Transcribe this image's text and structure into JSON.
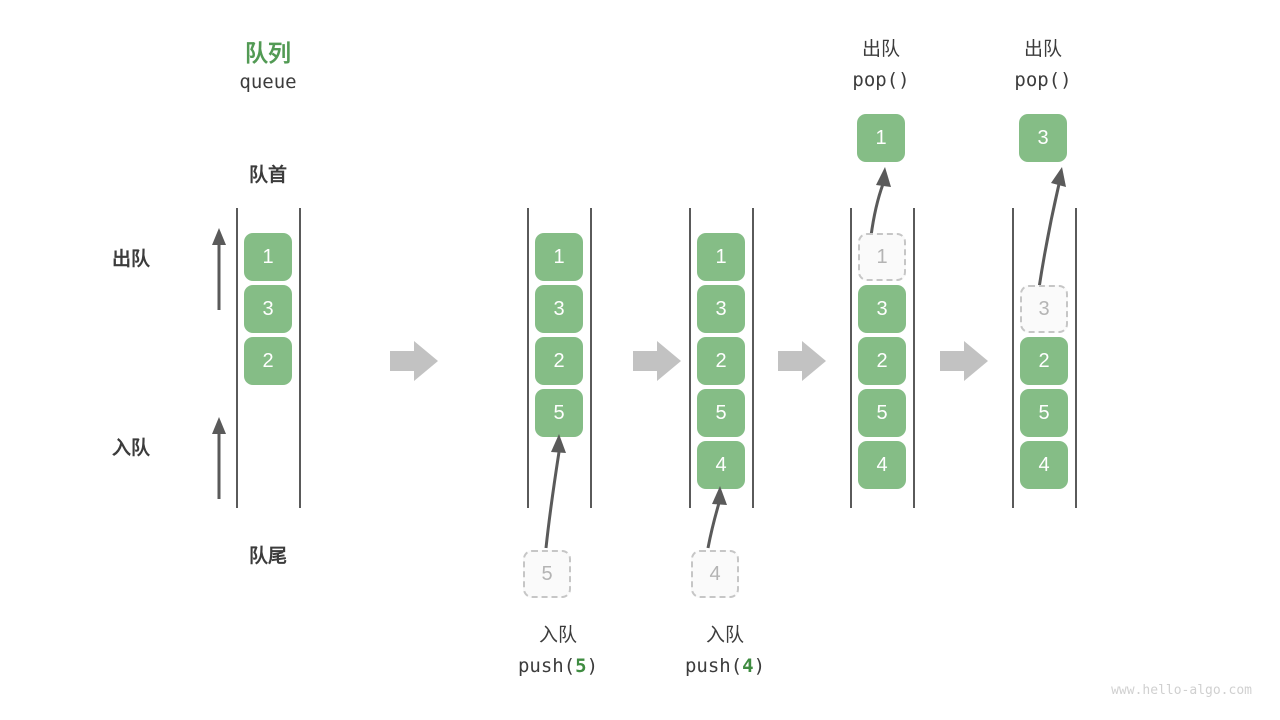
{
  "meta": {
    "watermark": "www.hello-algo.com",
    "colors": {
      "accent_green": "#529a54",
      "cell_green": "#85bd86",
      "arrow_gray": "#5a5a5a",
      "step_arrow_gray": "#c2c2c2",
      "ghost_gray": "#b4b4b4",
      "text_dark": "#3c3c3c",
      "watermark_gray": "#d0d0d0"
    }
  },
  "header": {
    "title_cn": "队列",
    "title_en": "queue"
  },
  "labels": {
    "front": "队首",
    "rear": "队尾",
    "dequeue": "出队",
    "enqueue": "入队"
  },
  "stages": [
    {
      "id": "initial",
      "cells": [
        "1",
        "3",
        "2"
      ],
      "ghost": null,
      "caption_cn": "",
      "caption_code": ""
    },
    {
      "id": "push-5",
      "cells": [
        "1",
        "3",
        "2",
        "5"
      ],
      "ghost": "5",
      "caption_cn": "入队",
      "caption_code_prefix": "push(",
      "caption_code_arg": "5",
      "caption_code_suffix": ")"
    },
    {
      "id": "push-4",
      "cells": [
        "1",
        "3",
        "2",
        "5",
        "4"
      ],
      "ghost": "4",
      "caption_cn": "入队",
      "caption_code_prefix": "push(",
      "caption_code_arg": "4",
      "caption_code_suffix": ")"
    },
    {
      "id": "pop-1",
      "cells": [
        "3",
        "2",
        "5",
        "4"
      ],
      "ghost": "1",
      "popped": "1",
      "caption_cn": "出队",
      "caption_code_prefix": "pop(",
      "caption_code_arg": "",
      "caption_code_suffix": ")"
    },
    {
      "id": "pop-3",
      "cells": [
        "2",
        "5",
        "4"
      ],
      "ghost": "3",
      "popped": "3",
      "caption_cn": "出队",
      "caption_code_prefix": "pop(",
      "caption_code_arg": "",
      "caption_code_suffix": ")"
    }
  ]
}
